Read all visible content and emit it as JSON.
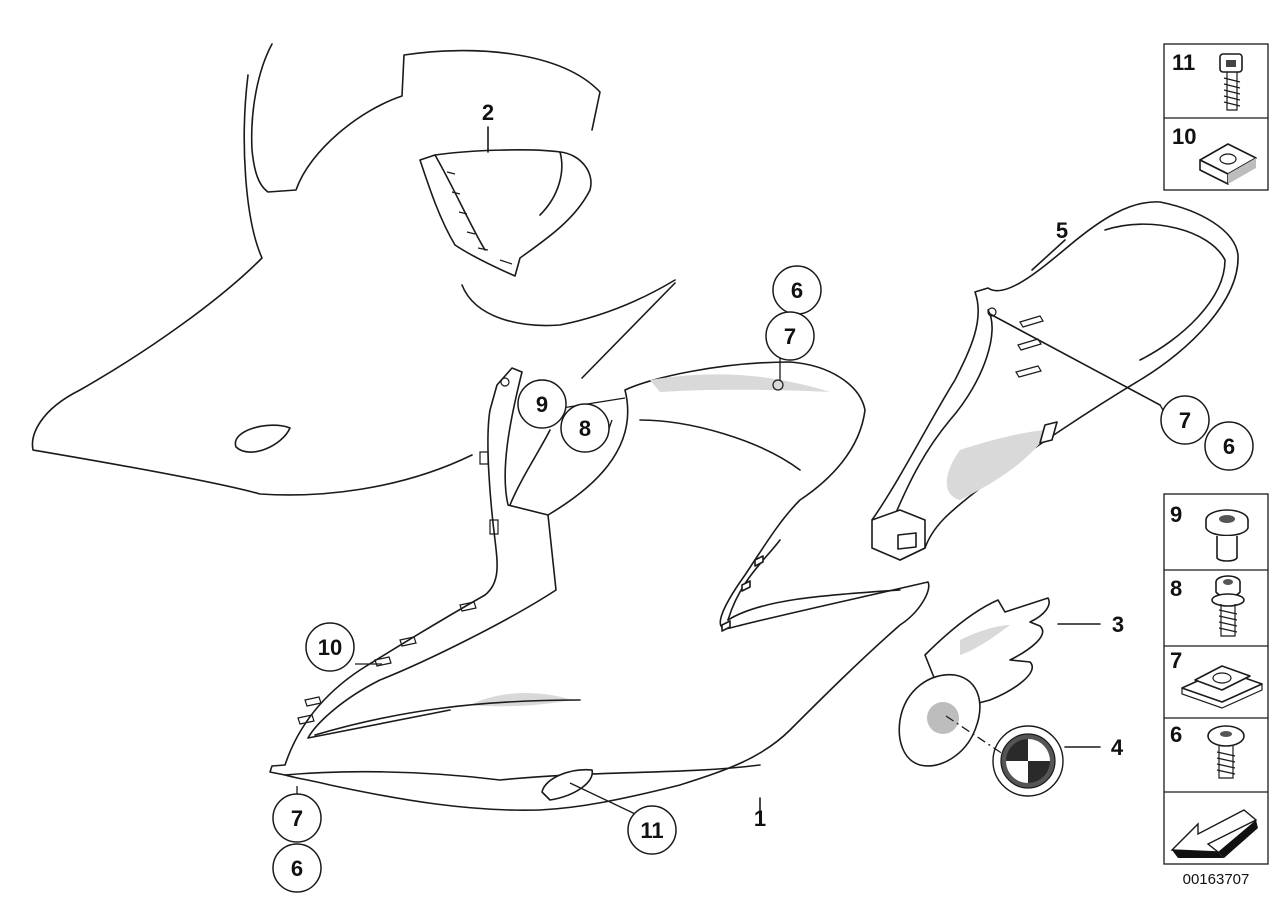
{
  "diagram": {
    "callouts": [
      {
        "id": "c-6-top",
        "label": "6"
      },
      {
        "id": "c-7-top",
        "label": "7"
      },
      {
        "id": "c-9",
        "label": "9"
      },
      {
        "id": "c-8",
        "label": "8"
      },
      {
        "id": "c-7-right",
        "label": "7"
      },
      {
        "id": "c-6-right",
        "label": "6"
      },
      {
        "id": "c-10",
        "label": "10"
      },
      {
        "id": "c-7-bottom",
        "label": "7"
      },
      {
        "id": "c-6-bottom",
        "label": "6"
      },
      {
        "id": "c-11",
        "label": "11"
      }
    ],
    "labels": [
      {
        "id": "l-1",
        "label": "1"
      },
      {
        "id": "l-2",
        "label": "2"
      },
      {
        "id": "l-3",
        "label": "3"
      },
      {
        "id": "l-4",
        "label": "4"
      },
      {
        "id": "l-5",
        "label": "5"
      }
    ],
    "parts_legend": [
      {
        "id": "lg-11",
        "label": "11",
        "item": "screw-icon"
      },
      {
        "id": "lg-10",
        "label": "10",
        "item": "square-nut-icon"
      },
      {
        "id": "lg-9",
        "label": "9",
        "item": "collar-screw-icon"
      },
      {
        "id": "lg-8",
        "label": "8",
        "item": "socket-screw-icon"
      },
      {
        "id": "lg-7",
        "label": "7",
        "item": "clip-nut-icon"
      },
      {
        "id": "lg-6",
        "label": "6",
        "item": "pan-head-screw-icon"
      },
      {
        "id": "lg-nav",
        "label": "",
        "item": "arrow-icon"
      }
    ],
    "document_number": "00163707"
  }
}
